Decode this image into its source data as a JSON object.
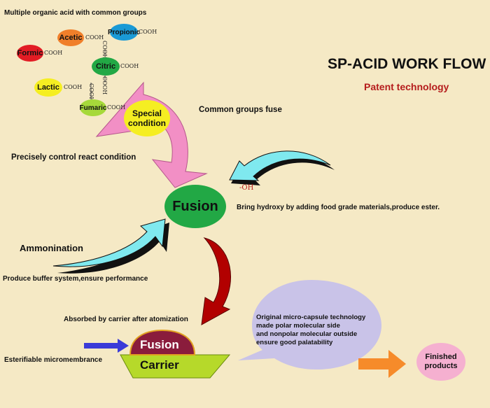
{
  "title": "SP-ACID WORK FLOW",
  "subtitle": "Patent technology",
  "acids_heading": "Multiple organic acid with common groups",
  "acids": {
    "acetic": "Acetic",
    "propionic": "Propionic",
    "formic": "Formic",
    "citric": "Citric",
    "lactic": "Lactic",
    "fumaric": "Fumaric"
  },
  "group_label": "COOH",
  "special_condition": "Special condition",
  "common_groups_fuse": "Common groups fuse",
  "precisely_control": "Precisely control react condition",
  "hydroxy_label": "-OH",
  "fusion": "Fusion",
  "bring_hydroxy": "Bring hydroxy by adding food grade materials,produce ester.",
  "ammonination": "Ammonination",
  "buffer_system": "Produce buffer system,ensure performance",
  "absorbed_by_carrier": "Absorbed by carrier after atomization",
  "capsule_text": [
    "Original micro-capsule technology",
    "made polar molecular side",
    "and nonpolar molecular outside",
    "ensure good palatability"
  ],
  "esterifiable": "Esterifiable micromembrance",
  "fusion_cap": "Fusion",
  "carrier": "Carrier",
  "finished_products": "Finished products",
  "colors": {
    "background": "#f5e9c5",
    "title": "#111111",
    "subtitle": "#b51c1c",
    "acetic": "#f07f2a",
    "propionic": "#1a9ad6",
    "formic": "#e21c24",
    "citric": "#22a845",
    "lactic": "#f5ee22",
    "fumaric": "#a6d93a",
    "pink_arrow": "#f28fc5",
    "cyan_arrow": "#7fe9ef",
    "red_arrow": "#b20000",
    "capsule_bubble": "#c9c3e8",
    "carrier": "#b6d92a",
    "fusion_cap": "#8a1c3c",
    "finished": "#f5b0d0",
    "orange_arrow": "#f68b2a"
  }
}
